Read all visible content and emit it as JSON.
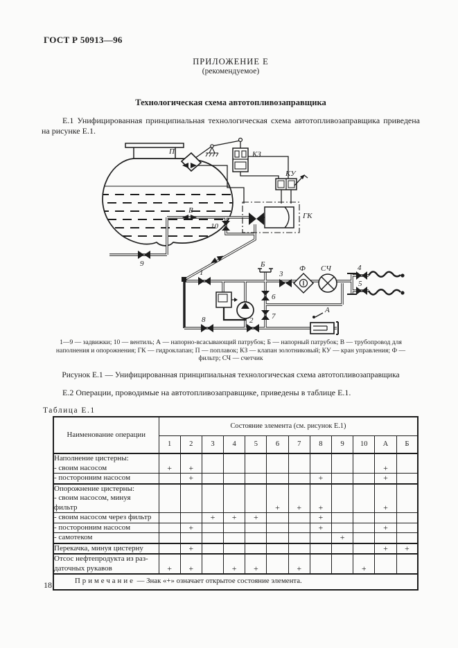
{
  "page": {
    "standard": "ГОСТ Р 50913—96",
    "number": "18"
  },
  "appendix": {
    "title": "ПРИЛОЖЕНИЕ Е",
    "subtitle": "(рекомендуемое)",
    "heading": "Технологическая схема автотопливозаправщика"
  },
  "paragraphs": {
    "e1": "Е.1 Унифицированная принципиальная технологическая схема автотопливозаправщика приведена на рисунке Е.1.",
    "e2": "Е.2 Операции, проводимые на автотопливозаправщике, приведены в таблице Е.1."
  },
  "figure": {
    "legend": "1—9 — задвижки; 10 — вентиль; А — напорно-всасывающий патрубок; Б — напорный патрубок; В — трубопровод для наполнения и опорожнения; ГК — гидроклапан; П — поплавок; КЗ — клапан золотниковый; КУ — кран управления; Ф — фильтр; СЧ — счетчик",
    "caption": "Рисунок Е.1 — Унифицированная принципиальная технологическая схема автотопливозаправщика",
    "labels": {
      "float": "П",
      "kz": "КЗ",
      "ku": "КУ",
      "gk": "ГК",
      "v": "В",
      "b": "Б",
      "f": "Ф",
      "sch": "СЧ",
      "a": "А",
      "n1": "1",
      "n2": "2",
      "n3": "3",
      "n4": "4",
      "n5": "5",
      "n6": "6",
      "n7": "7",
      "n8": "8",
      "n9": "9",
      "n10": "10"
    }
  },
  "table": {
    "title": "Таблица Е.1",
    "operation_header": "Наименование операции",
    "state_header": "Состояние элемента (см. рисунок Е.1)",
    "columns": [
      "1",
      "2",
      "3",
      "4",
      "5",
      "6",
      "7",
      "8",
      "9",
      "10",
      "А",
      "Б"
    ],
    "rows": [
      {
        "label": "Наполнение цистерны:\n- своим насосом",
        "group": true,
        "marks": [
          "+",
          "+",
          "",
          "",
          "",
          "",
          "",
          "",
          "",
          "",
          "+",
          ""
        ]
      },
      {
        "label": "- посторонним насосом",
        "group": false,
        "marks": [
          "",
          "+",
          "",
          "",
          "",
          "",
          "",
          "+",
          "",
          "",
          "+",
          ""
        ]
      },
      {
        "label": "Опорожнение цистерны:\n- своим насосом, минуя\nфильтр",
        "group": true,
        "marks": [
          "",
          "",
          "",
          "",
          "",
          "+",
          "+",
          "+",
          "",
          "",
          "+",
          ""
        ]
      },
      {
        "label": "- своим насосом через фильтр",
        "group": false,
        "marks": [
          "",
          "",
          "+",
          "+",
          "+",
          "",
          "",
          "+",
          "",
          "",
          "",
          ""
        ]
      },
      {
        "label": "- посторонним насосом",
        "group": false,
        "marks": [
          "",
          "+",
          "",
          "",
          "",
          "",
          "",
          "+",
          "",
          "",
          "+",
          ""
        ]
      },
      {
        "label": "- самотеком",
        "group": false,
        "marks": [
          "",
          "",
          "",
          "",
          "",
          "",
          "",
          "",
          "+",
          "",
          "",
          ""
        ]
      },
      {
        "label": "Перекачка, минуя цистерну",
        "group": true,
        "marks": [
          "",
          "+",
          "",
          "",
          "",
          "",
          "",
          "",
          "",
          "",
          "+",
          "+"
        ]
      },
      {
        "label": "Отсос нефтепродукта из раз-\nдаточных рукавов",
        "group": true,
        "marks": [
          "+",
          "+",
          "",
          "+",
          "+",
          "",
          "+",
          "",
          "",
          "+",
          "",
          ""
        ]
      }
    ],
    "note_label": "Примечание",
    "note_text": "— Знак «+» означает открытое состояние элемента."
  },
  "colors": {
    "ink": "#1c1c1c",
    "paper": "#fbfbfa"
  }
}
